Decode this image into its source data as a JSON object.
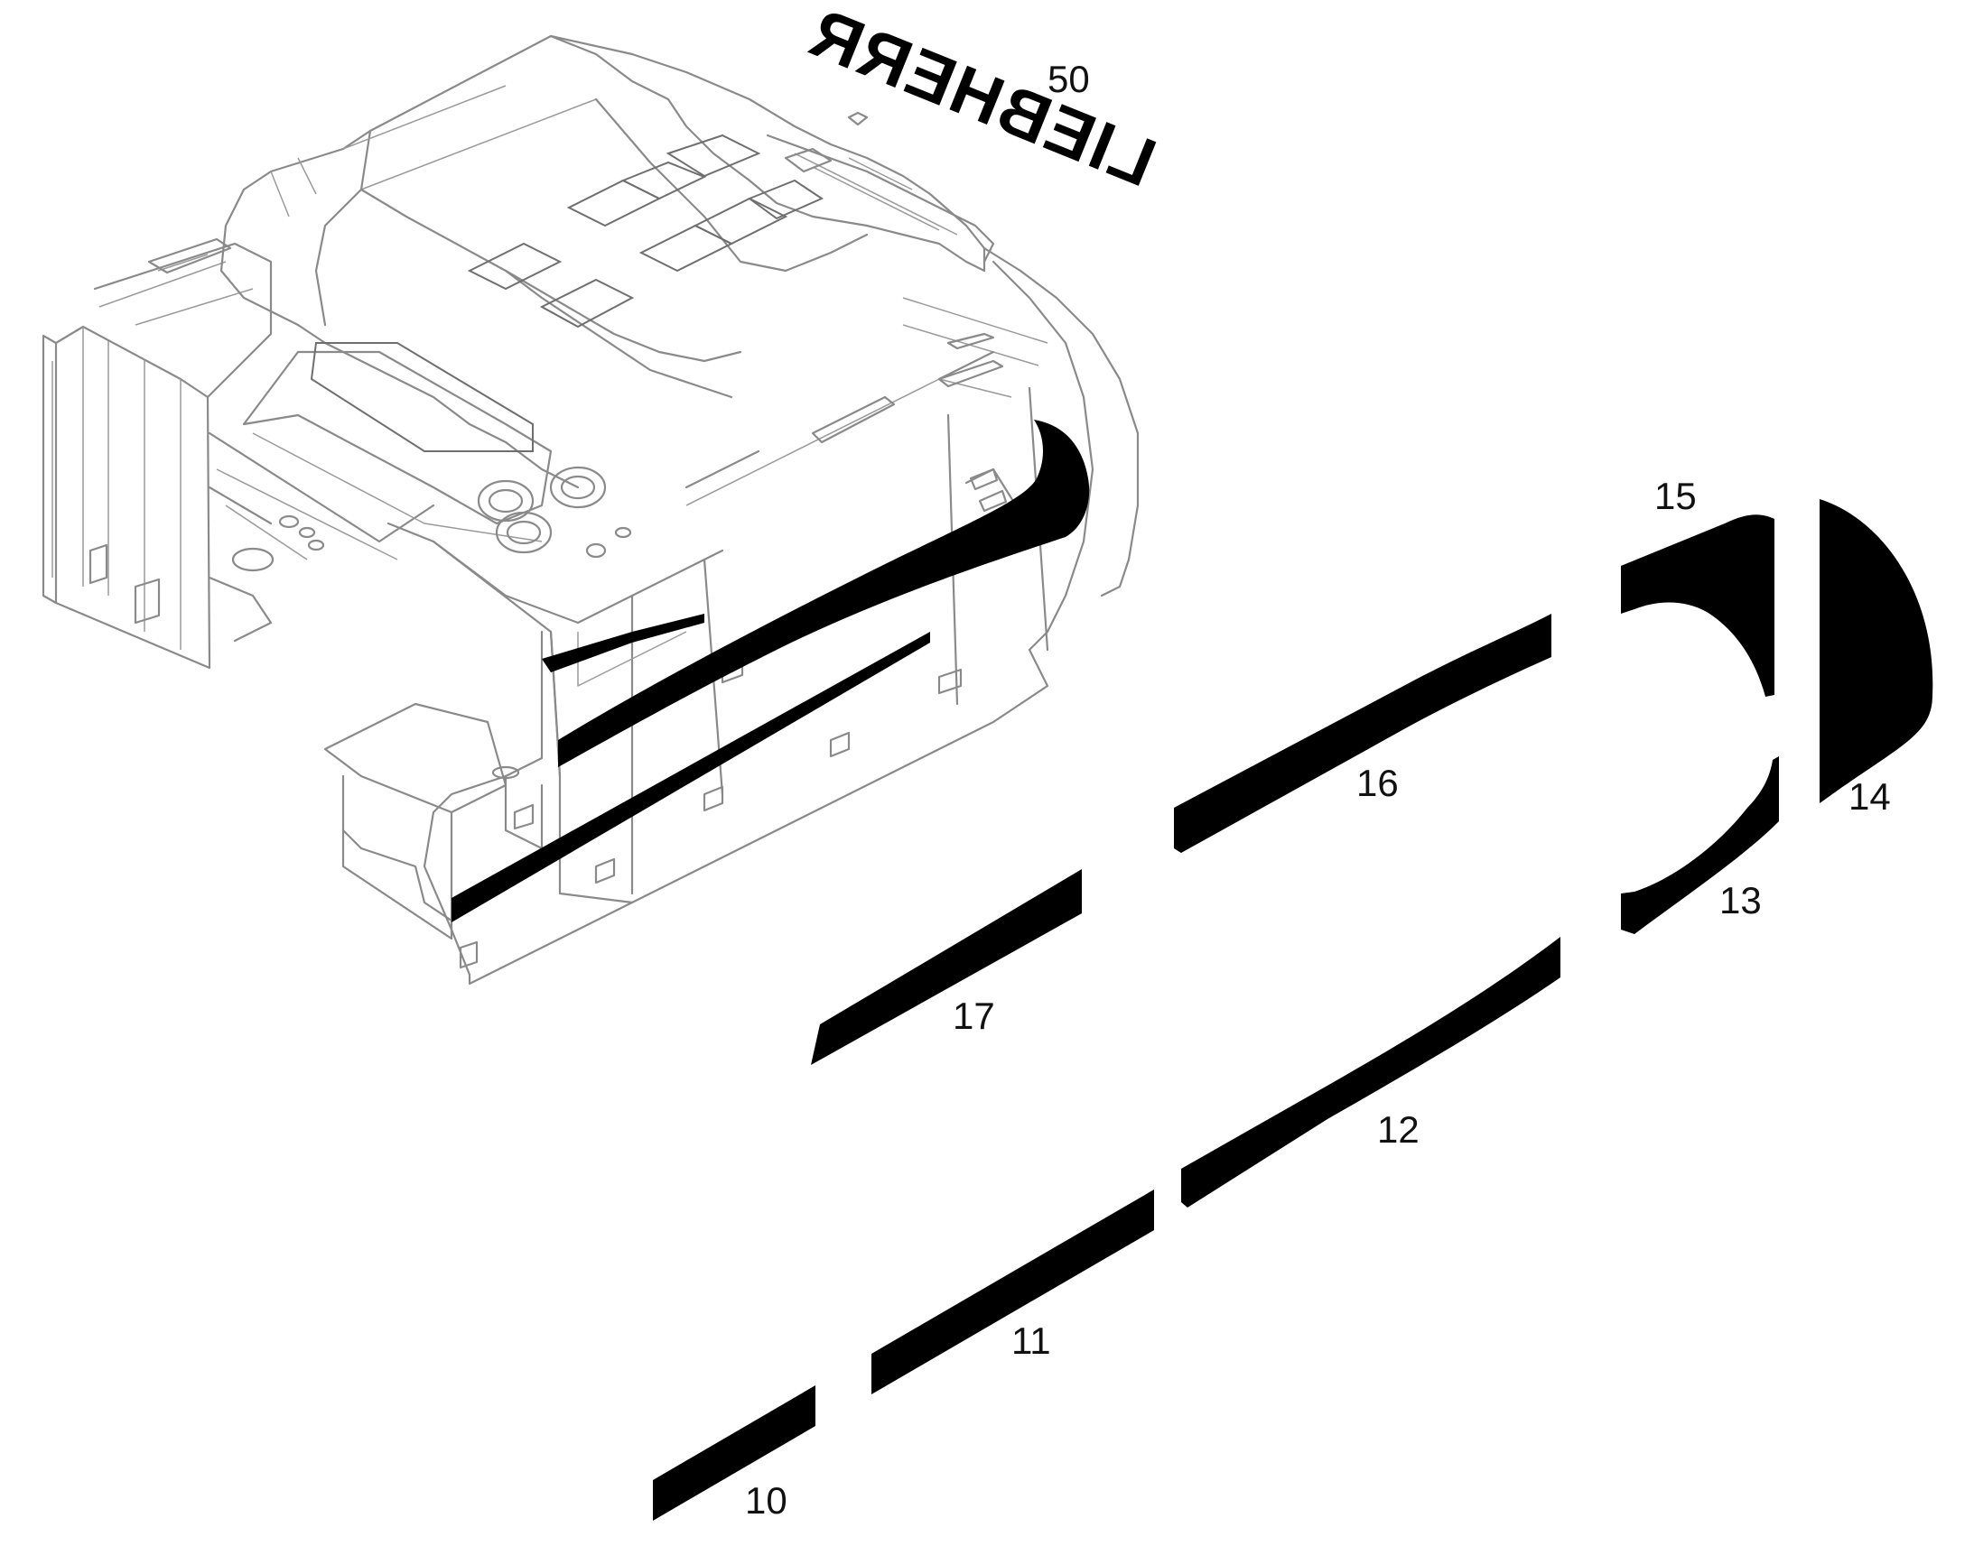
{
  "logo_text": "LIEBHERR",
  "callouts": {
    "p50": "50",
    "p15": "15",
    "p14": "14",
    "p16": "16",
    "p13": "13",
    "p17": "17",
    "p12": "12",
    "p11": "11",
    "p10": "10"
  },
  "colors": {
    "decal": "#000000",
    "line": "#8a8a8a",
    "background": "#ffffff"
  }
}
